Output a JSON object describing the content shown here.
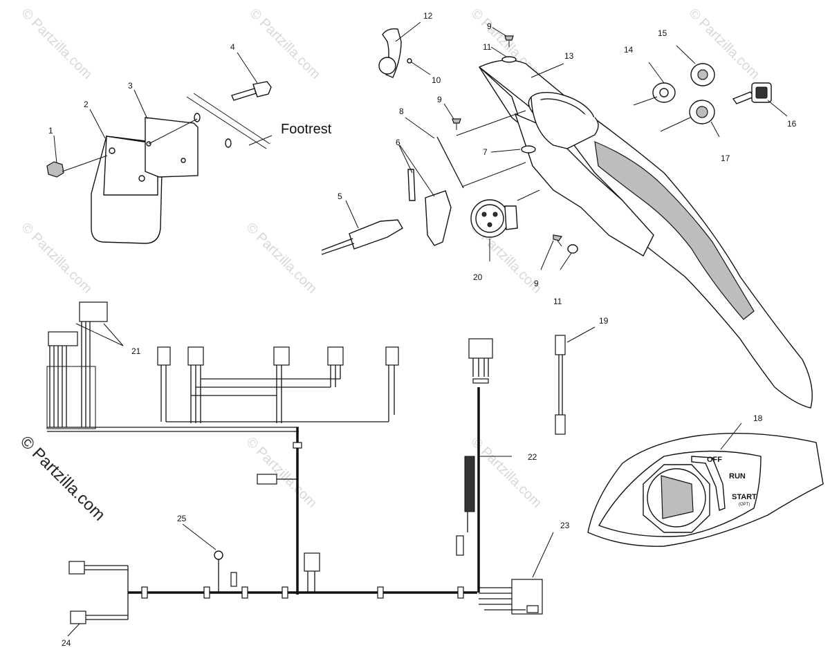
{
  "callouts": [
    "1",
    "2",
    "3",
    "4",
    "5",
    "6",
    "7",
    "8",
    "9",
    "9",
    "9",
    "10",
    "11",
    "11",
    "12",
    "13",
    "14",
    "15",
    "16",
    "17",
    "18",
    "19",
    "20",
    "21",
    "22",
    "23",
    "24",
    "25"
  ],
  "footrest_label": "Footrest",
  "watermark": "© Partzilla.com",
  "switch_positions": {
    "off": "OFF",
    "run": "RUN",
    "start": "START",
    "start_note": "(OPT)"
  }
}
